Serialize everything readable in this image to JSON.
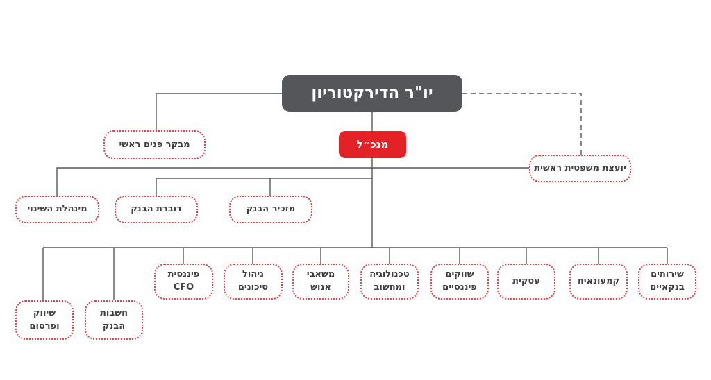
{
  "diagram_title": "org-chart",
  "nodes": {
    "chairman": {
      "label": "יו\"ר הדירקטוריון"
    },
    "ceo": {
      "label": "מנכ״ל"
    },
    "auditor": {
      "label": "מבקר פנים ראשי"
    },
    "legal": {
      "label": "יועצת משפטית ראשית"
    },
    "change": {
      "label": "מינהלת השינוי"
    },
    "spokesperson": {
      "label": "דוברת הבנק"
    },
    "secretary": {
      "label": "מזכיר הבנק"
    },
    "marketing": {
      "label": "שיווק\nופרסום"
    },
    "accounting": {
      "label": "חשבות\nהבנק"
    },
    "cfo": {
      "label": "פיננסית CFO"
    },
    "risk": {
      "label": "ניהול\nסיכונים"
    },
    "hr": {
      "label": "משאבי\nאנוש"
    },
    "tech": {
      "label": "טכנולוגיה\nומחשוב"
    },
    "markets": {
      "label": "שווקים\nפיננסיים"
    },
    "business": {
      "label": "עסקית"
    },
    "retail": {
      "label": "קמעונאית"
    },
    "services": {
      "label": "שירותים\nבנקאיים"
    }
  },
  "hierarchy": {
    "chairman_reports": [
      "auditor",
      "legal",
      "ceo"
    ],
    "ceo_reports_row1": [
      "change",
      "spokesperson",
      "secretary"
    ],
    "ceo_reports_row2": [
      "marketing",
      "accounting",
      "cfo",
      "risk",
      "hr",
      "tech",
      "markets",
      "business",
      "retail",
      "services"
    ]
  },
  "colors": {
    "chairman_bg": "#54565a",
    "ceo_bg": "#e32127",
    "dotted_border": "#ee3d42",
    "connector_line": "#55575a",
    "node_text": "#3e4044",
    "background": "#ffffff"
  }
}
